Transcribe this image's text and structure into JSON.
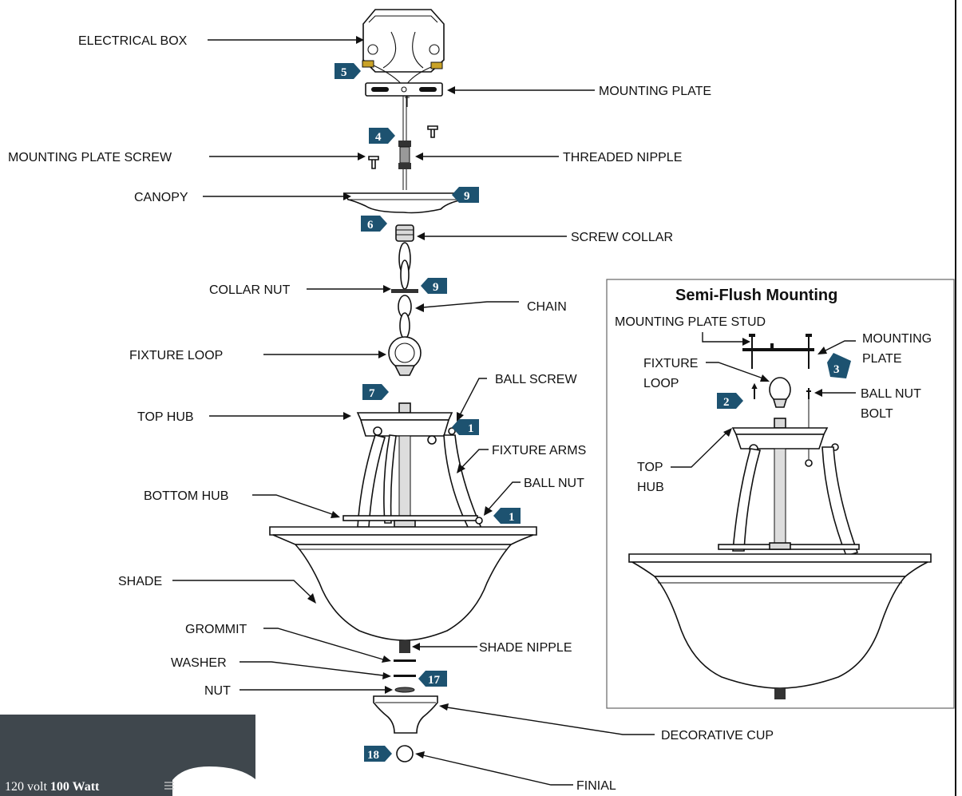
{
  "labels": {
    "electrical_box": "ELECTRICAL BOX",
    "mounting_plate": "MOUNTING PLATE",
    "mounting_plate_screw": "MOUNTING PLATE SCREW",
    "threaded_nipple": "THREADED NIPPLE",
    "canopy": "CANOPY",
    "screw_collar": "SCREW COLLAR",
    "collar_nut": "COLLAR NUT",
    "chain": "CHAIN",
    "fixture_loop": "FIXTURE LOOP",
    "ball_screw": "BALL SCREW",
    "top_hub": "TOP HUB",
    "fixture_arms": "FIXTURE ARMS",
    "ball_nut": "BALL NUT",
    "bottom_hub": "BOTTOM HUB",
    "shade": "SHADE",
    "grommit": "GROMMIT",
    "shade_nipple": "SHADE NIPPLE",
    "washer": "WASHER",
    "nut": "NUT",
    "decorative_cup": "DECORATIVE CUP",
    "finial": "FINIAL"
  },
  "steps": {
    "s5": "5",
    "s4": "4",
    "s9a": "9",
    "s6": "6",
    "s9b": "9",
    "s7": "7",
    "s1a": "1",
    "s1b": "1",
    "s17": "17",
    "s18": "18",
    "s2": "2",
    "s3": "3"
  },
  "inset": {
    "title": "Semi-Flush Mounting",
    "mounting_plate_stud": "MOUNTING PLATE STUD",
    "mounting_plate_1": "MOUNTING",
    "mounting_plate_2": "PLATE",
    "fixture_loop_1": "FIXTURE",
    "fixture_loop_2": "LOOP",
    "ball_nut_bolt_1": "BALL NUT",
    "ball_nut_bolt_2": "BOLT",
    "top_hub_1": "TOP",
    "top_hub_2": "HUB"
  },
  "bulb": {
    "voltage": "120 volt",
    "wattage": "100 Watt"
  },
  "colors": {
    "step_badge": "#1d5270",
    "bulb_panel": "#3f474d",
    "line": "#111111"
  }
}
